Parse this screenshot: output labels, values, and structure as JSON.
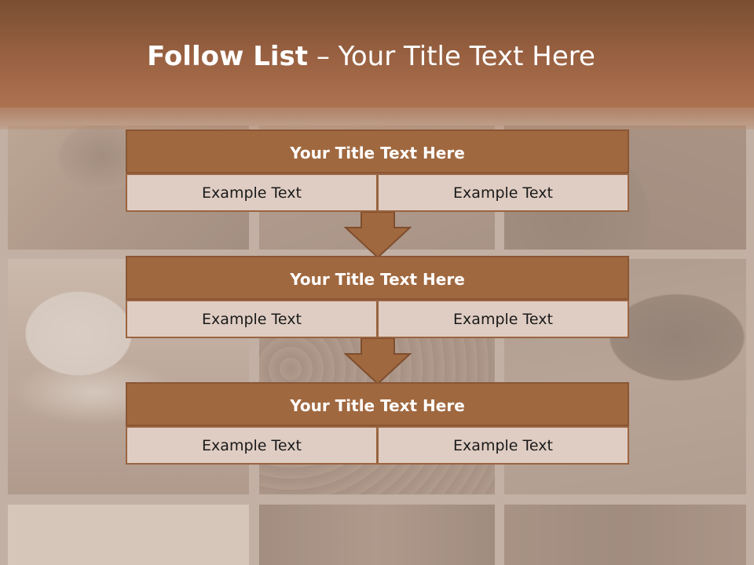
{
  "title": {
    "bold": "Follow List",
    "rest": " – Your Title Text Here"
  },
  "steps": [
    {
      "title": "Your Title Text Here",
      "left": "Example Text",
      "right": "Example Text"
    },
    {
      "title": "Your Title Text Here",
      "left": "Example Text",
      "right": "Example Text"
    },
    {
      "title": "Your Title Text Here",
      "left": "Example Text",
      "right": "Example Text"
    }
  ],
  "colors": {
    "header": "#9a6242",
    "step_title_fill": "#a0683f",
    "cell_fill": "#dfcdc3",
    "arrow_fill": "#a0683f"
  },
  "icons": [
    "down-arrow-icon",
    "down-arrow-icon"
  ]
}
